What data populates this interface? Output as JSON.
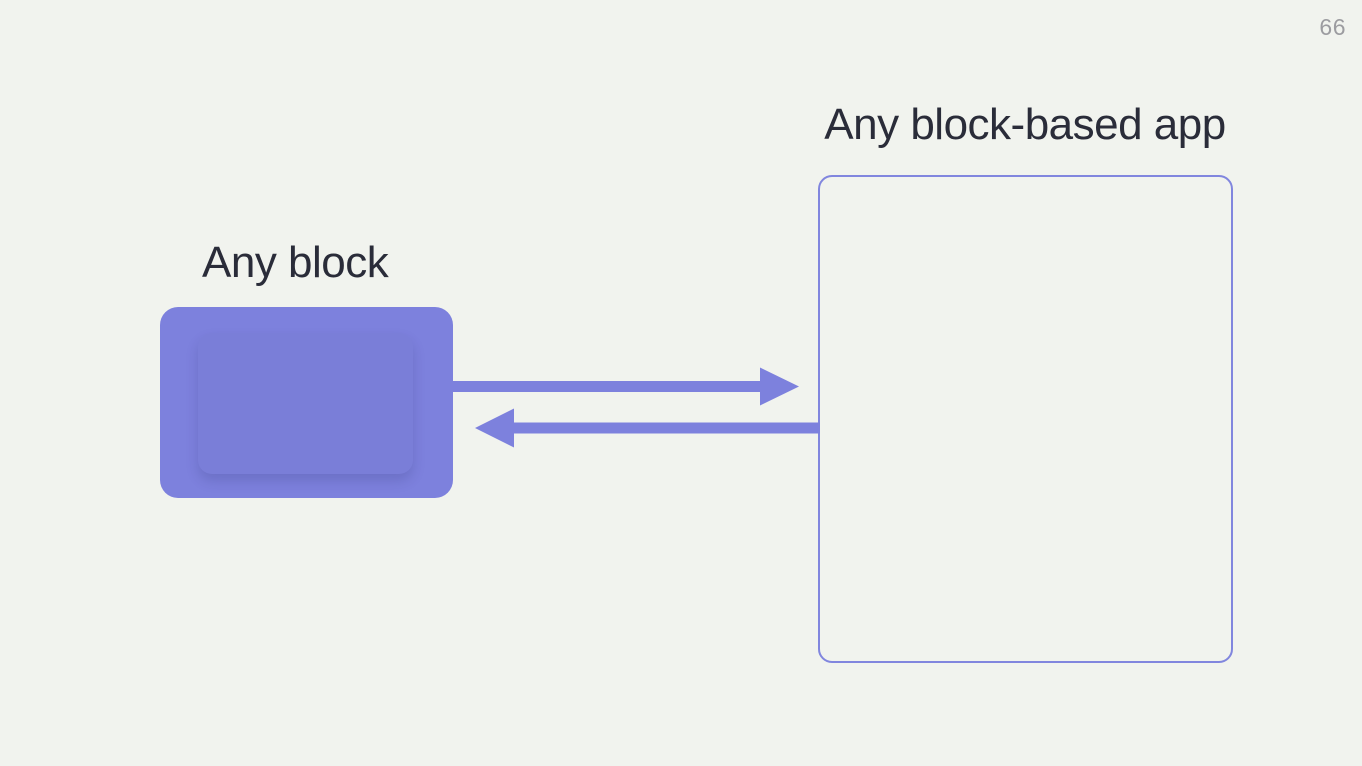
{
  "page": {
    "number": "66"
  },
  "slide": {
    "background_color": "#f1f3ee",
    "title": "Any block-based app",
    "block_label": "Any block",
    "accent_color": "#7d81dd",
    "box_border_color": "#8186de",
    "text_color": "#2a2c39",
    "page_number_color": "#9c9ca0",
    "arrows": {
      "to_app": {
        "icon": "arrow-right-icon",
        "from": "block",
        "to": "app"
      },
      "to_block": {
        "icon": "arrow-left-icon",
        "from": "app",
        "to": "block"
      }
    }
  }
}
